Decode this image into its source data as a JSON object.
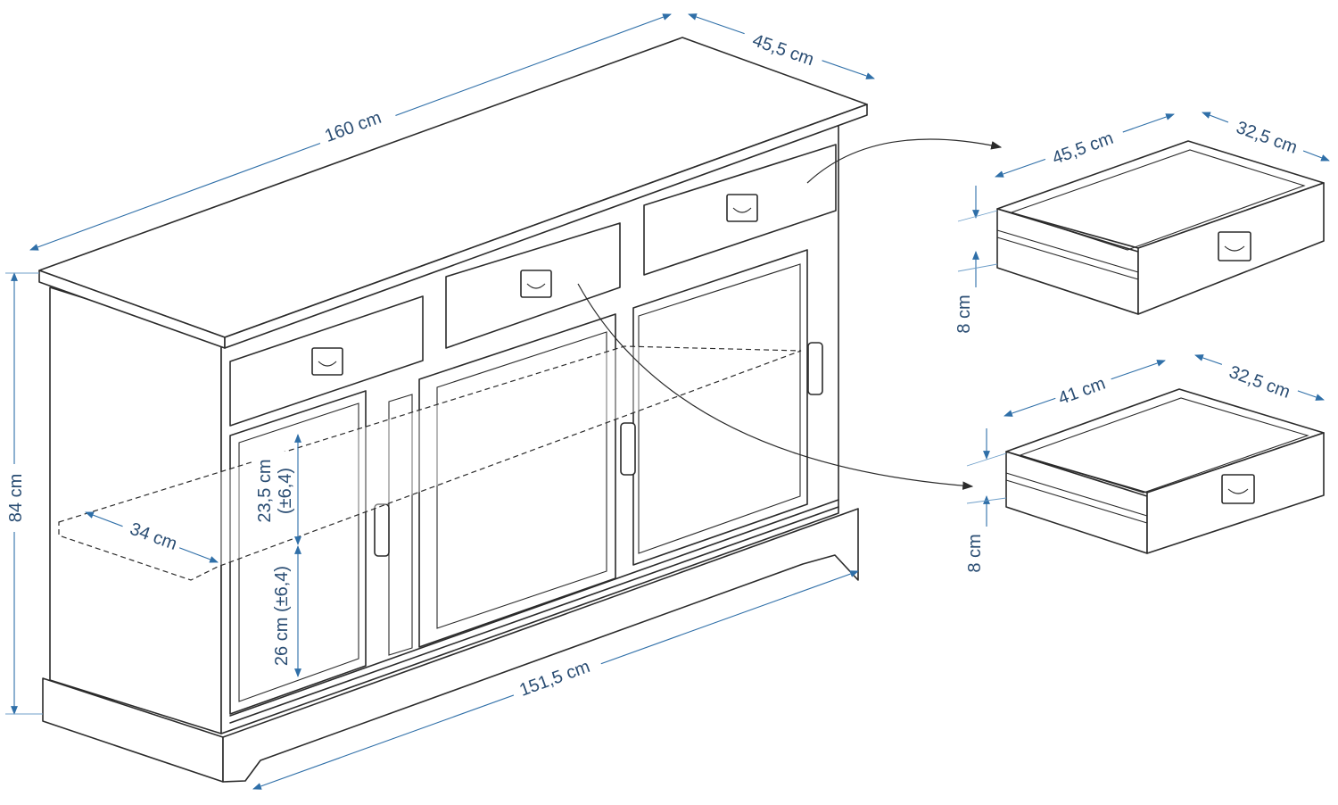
{
  "colors": {
    "dimension_line": "#2f6fa8",
    "dimension_text": "#2a4d73",
    "outline": "#2b2b2b",
    "background": "#ffffff"
  },
  "dimensions": {
    "cabinet_width": "160 cm",
    "cabinet_depth": "45,5 cm",
    "cabinet_height": "84 cm",
    "inner_width": "151,5 cm",
    "shelf_depth": "34 cm",
    "upper_compartment_height": "23,5 cm",
    "upper_compartment_tolerance": "(±6,4)",
    "lower_compartment_height": "26 cm (±6,4)"
  },
  "large_drawer": {
    "width": "45,5 cm",
    "depth": "32,5 cm",
    "height": "8 cm"
  },
  "small_drawer": {
    "width": "41 cm",
    "depth": "32,5 cm",
    "height": "8 cm"
  }
}
